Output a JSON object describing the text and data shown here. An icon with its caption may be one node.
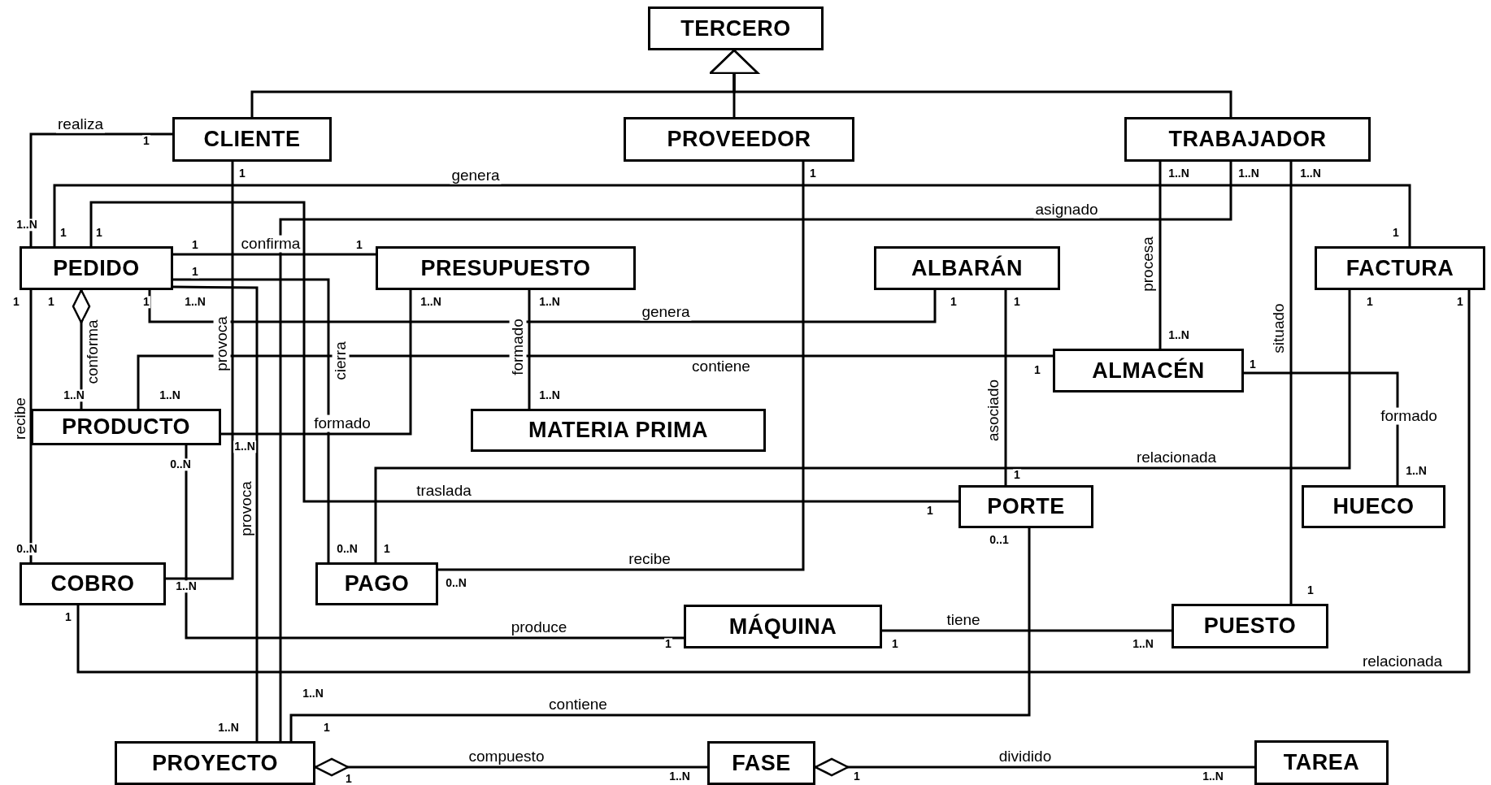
{
  "diagram": {
    "nodes": [
      {
        "text": [
          "TERCERO"
        ]
      },
      {
        "text": [
          "CLIENTE"
        ]
      },
      {
        "text": [
          "PROVEEDOR"
        ]
      },
      {
        "text": [
          "TRABAJADOR"
        ]
      },
      {
        "text": [
          "PEDIDO"
        ]
      },
      {
        "text": [
          "PRESUPUESTO"
        ]
      },
      {
        "text": [
          "ALBARÁN"
        ]
      },
      {
        "text": [
          "FACTURA"
        ]
      },
      {
        "text": [
          "ALMACÉN"
        ]
      },
      {
        "text": [
          "PRODUCTO"
        ]
      },
      {
        "text": [
          "MATERIA PRIMA"
        ]
      },
      {
        "text": [
          "PORTE"
        ]
      },
      {
        "text": [
          "HUECO"
        ]
      },
      {
        "text": [
          "COBRO"
        ]
      },
      {
        "text": [
          "PAGO"
        ]
      },
      {
        "text": [
          "MÁQUINA"
        ]
      },
      {
        "text": [
          "PUESTO"
        ]
      },
      {
        "text": [
          "PROYECTO"
        ]
      },
      {
        "text": [
          "FASE"
        ]
      },
      {
        "text": [
          "TAREA"
        ]
      }
    ],
    "edges": [
      {
        "from": 1,
        "to": 0,
        "arrow": "to"
      },
      {
        "from": 2,
        "to": 0,
        "arrow": "to"
      },
      {
        "from": 3,
        "to": 0,
        "arrow": "to"
      },
      {
        "from": 1,
        "to": 4,
        "arrow": "none",
        "label": "realiza"
      },
      {
        "from": 1,
        "to": 13,
        "arrow": "none",
        "label": "provoca"
      },
      {
        "from": 4,
        "to": 5,
        "arrow": "none",
        "label": "confirma"
      },
      {
        "from": 4,
        "to": 14,
        "arrow": "none",
        "label": "cierra"
      },
      {
        "from": 4,
        "to": 17,
        "arrow": "none",
        "label": "provoca"
      },
      {
        "from": 4,
        "to": 7,
        "arrow": "none",
        "label": "genera"
      },
      {
        "from": 4,
        "to": 11,
        "arrow": "none",
        "label": "traslada"
      },
      {
        "from": 4,
        "to": 13,
        "arrow": "none",
        "label": "recibe"
      },
      {
        "from": 4,
        "to": 9,
        "arrow": "other",
        "label": "conforma"
      },
      {
        "from": 4,
        "to": 6,
        "arrow": "none",
        "label": "genera"
      },
      {
        "from": 3,
        "to": 17,
        "arrow": "none",
        "label": "asignado"
      },
      {
        "from": 3,
        "to": 8,
        "arrow": "none",
        "label": "procesa"
      },
      {
        "from": 3,
        "to": 16,
        "arrow": "none",
        "label": "situado"
      },
      {
        "from": 5,
        "to": 9,
        "arrow": "none",
        "label": "formado"
      },
      {
        "from": 5,
        "to": 10,
        "arrow": "none",
        "label": "formado"
      },
      {
        "from": 8,
        "to": 9,
        "arrow": "none",
        "label": "contiene"
      },
      {
        "from": 8,
        "to": 12,
        "arrow": "none",
        "label": "formado"
      },
      {
        "from": 6,
        "to": 11,
        "arrow": "none",
        "label": "asociado"
      },
      {
        "from": 7,
        "to": 14,
        "arrow": "none",
        "label": "relacionada"
      },
      {
        "from": 7,
        "to": 13,
        "arrow": "none",
        "label": "relacionada"
      },
      {
        "from": 2,
        "to": 14,
        "arrow": "none",
        "label": "recibe"
      },
      {
        "from": 9,
        "to": 15,
        "arrow": "none",
        "label": "produce"
      },
      {
        "from": 15,
        "to": 16,
        "arrow": "none",
        "label": "tiene"
      },
      {
        "from": 17,
        "to": 18,
        "arrow": "other",
        "label": "compuesto"
      },
      {
        "from": 18,
        "to": 19,
        "arrow": "other",
        "label": "dividido"
      },
      {
        "from": 11,
        "to": 17,
        "arrow": "none",
        "label": "contiene"
      }
    ],
    "labels": [
      "1",
      "1",
      "1",
      "1..N",
      "1..N",
      "1..N",
      "1..N",
      "1",
      "1",
      "1",
      "1",
      "1",
      "1",
      "1",
      "1",
      "1",
      "1..N",
      "1..N",
      "1..N",
      "1",
      "1",
      "1",
      "1",
      "1..N",
      "1",
      "1",
      "1..N",
      "1..N",
      "1..N",
      "1..N",
      "0..N",
      "1..N",
      "1",
      "1",
      "0..1",
      "0..N",
      "0..N",
      "1",
      "1..N",
      "0..N",
      "1",
      "1",
      "1",
      "1",
      "1..N",
      "1..N",
      "1..N",
      "1",
      "1",
      "1..N",
      "1",
      "1..N"
    ]
  }
}
